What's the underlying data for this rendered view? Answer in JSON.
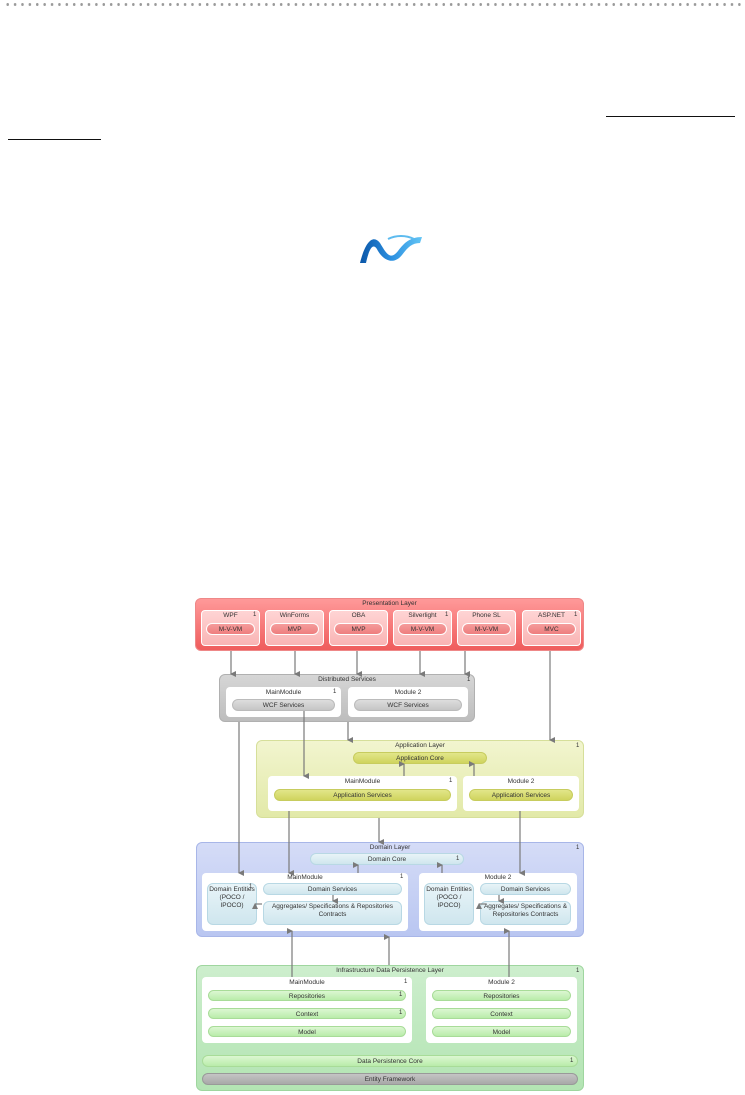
{
  "header": {
    "dotted_rule": true
  },
  "logo": {
    "name": ".NET logo",
    "color": "#1e7bd6"
  },
  "diagram": {
    "presentation": {
      "title": "Presentation Layer",
      "clients": [
        {
          "name": "WPF",
          "pattern": "M-V-VM",
          "num": "1"
        },
        {
          "name": "WinForms",
          "pattern": "MVP",
          "num": ""
        },
        {
          "name": "OBA",
          "pattern": "MVP",
          "num": ""
        },
        {
          "name": "Silverlight",
          "pattern": "M-V-VM",
          "num": "1"
        },
        {
          "name": "Phone SL",
          "pattern": "M-V-VM",
          "num": ""
        },
        {
          "name": "ASP.NET",
          "pattern": "MVC",
          "num": "1"
        }
      ]
    },
    "distributed": {
      "title": "Distributed Services",
      "num": "1",
      "modules": [
        {
          "name": "MainModule",
          "service": "WCF Services",
          "num": "1"
        },
        {
          "name": "Module 2",
          "service": "WCF Services",
          "num": ""
        }
      ]
    },
    "application": {
      "title": "Application Layer",
      "num": "1",
      "core": "Application Core",
      "modules": [
        {
          "name": "MainModule",
          "service": "Application Services",
          "num": "1"
        },
        {
          "name": "Module 2",
          "service": "Application Services",
          "num": ""
        }
      ]
    },
    "domain": {
      "title": "Domain Layer",
      "num": "1",
      "core": "Domain Core",
      "core_num": "1",
      "modules": [
        {
          "name": "MainModule",
          "num": "1",
          "entities": "Domain Entities (POCO / IPOCO)",
          "entities_num": "1",
          "services": "Domain Services",
          "aggregates": "Aggregates/ Specifications & Repositories Contracts"
        },
        {
          "name": "Module 2",
          "num": "",
          "entities": "Domain Entities (POCO / IPOCO)",
          "entities_num": "",
          "services": "Domain Services",
          "aggregates": "Aggregates/ Specifications & Repositories Contracts"
        }
      ]
    },
    "infrastructure": {
      "title": "Infrastructure Data Persistence Layer",
      "num": "1",
      "modules": [
        {
          "name": "MainModule",
          "num": "1",
          "items": [
            {
              "label": "Repositories",
              "num": "1"
            },
            {
              "label": "Context",
              "num": "1"
            },
            {
              "label": "Model",
              "num": ""
            }
          ]
        },
        {
          "name": "Module 2",
          "num": "",
          "items": [
            {
              "label": "Repositories",
              "num": ""
            },
            {
              "label": "Context",
              "num": ""
            },
            {
              "label": "Model",
              "num": ""
            }
          ]
        }
      ],
      "core": "Data Persistence Core",
      "core_num": "1",
      "framework": "Entity Framework"
    }
  }
}
